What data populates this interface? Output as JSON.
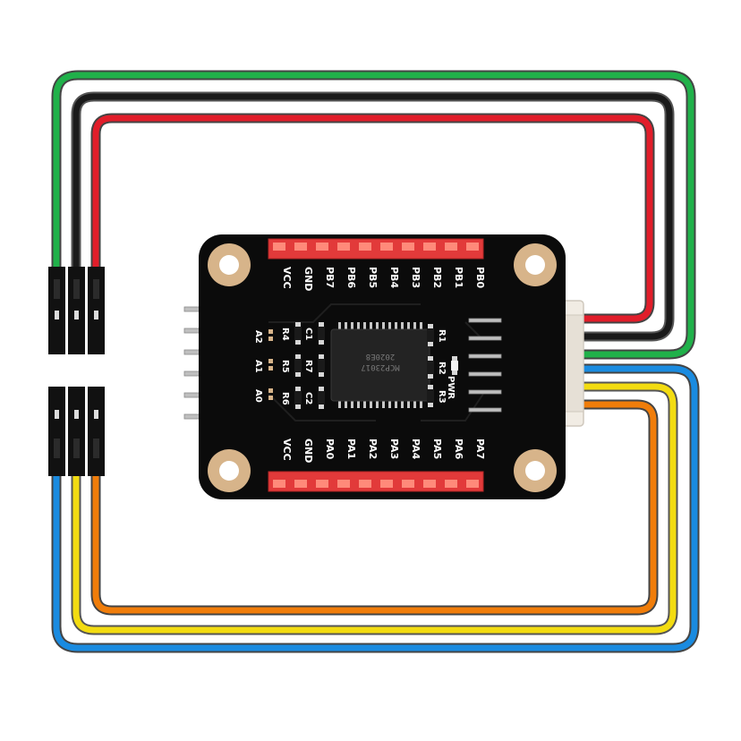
{
  "board": {
    "top_header_labels": [
      "VCC",
      "GND",
      "PB7",
      "PB6",
      "PB5",
      "PB4",
      "PB3",
      "PB2",
      "PB1",
      "PB0"
    ],
    "bottom_header_labels": [
      "VCC",
      "GND",
      "PA0",
      "PA1",
      "PA2",
      "PA3",
      "PA4",
      "PA5",
      "PA6",
      "PA7"
    ],
    "address_labels": [
      "A2",
      "A1",
      "A0"
    ],
    "component_labels": {
      "r4": "R4",
      "r5": "R5",
      "r6": "R6",
      "c1": "C1",
      "r7": "R7",
      "c2": "C2",
      "r1": "R1",
      "r2": "R2",
      "r3": "R3",
      "pwr": "PWR"
    },
    "chip_marking_1": "MCP23017",
    "chip_marking_2": "2020E8"
  },
  "colors": {
    "board": "#0b0b0b",
    "pad": "#d7b48a",
    "header": "#e23a3a",
    "wire_green": "#20b14a",
    "wire_black": "#1a1a1a",
    "wire_red": "#e11d2a",
    "wire_blue": "#1a8be0",
    "wire_yellow": "#f3dc11",
    "wire_orange": "#f07d0a",
    "connector": "#f1ece4"
  },
  "icons": [
    "dupont-connector-icon",
    "jst-connector-icon",
    "pin-header-icon",
    "ic-chip-icon",
    "mounting-hole-icon"
  ]
}
